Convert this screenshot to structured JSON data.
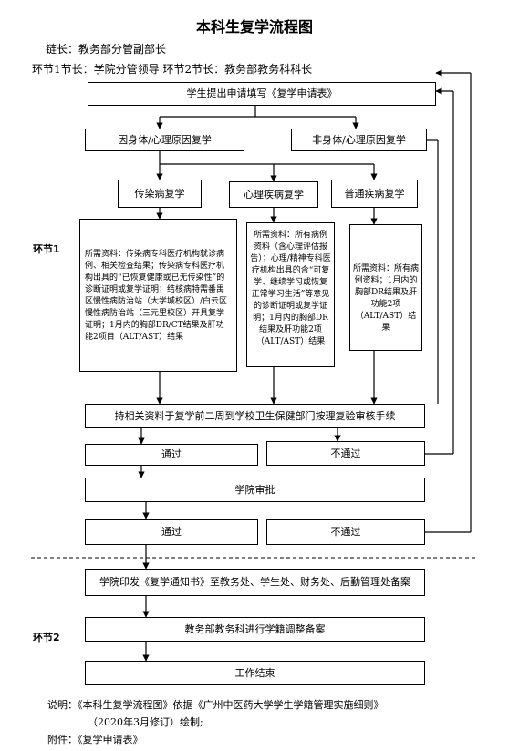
{
  "title": "本科生复学流程图",
  "chain_leader": "链长：教务部分管副部长",
  "section_leaders": "环节1节长：学院分管领导   环节2节长：教务部教务科科长",
  "section1_label": "环节1",
  "section2_label": "环节2",
  "steps": {
    "apply": "学生提出申请填写《复学申请表》",
    "reason_health": "因身体/心理原因复学",
    "reason_other": "非身体/心理原因复学",
    "type_infectious": "传染病复学",
    "type_mental": "心理疾病复学",
    "type_common": "普通疾病复学",
    "docs_infectious": "所需资料：传染病专科医疗机构就诊病例、相关检查结果；传染病专科医疗机构出具的“已恢复健康或已无传染性”的诊断证明或复学证明；结核病特需番禺区慢性病防治站（大学城校区）/白云区慢性病防治站（三元里校区）开具复学证明；1月内的胸部DR/CT结果及肝功能2项目（ALT/AST）结果",
    "docs_mental": "所需资料：所有病例资料（含心理评估报告）；心理/精神专科医疗机构出具的含“可复学、继续学习或恢复正常学习生活”等意见的诊断证明或复学证明；1月内的胸部DR结果及肝功能2项（ALT/AST）结果",
    "docs_common": "所需资料：所有病例资料；1月内的胸部DR结果及肝功能2项（ALT/AST）结果",
    "health_review": "持相关资料于复学前二周到学校卫生保健部门按理复验审核手续",
    "pass1": "通过",
    "fail1": "不通过",
    "college_approval": "学院审批",
    "pass2": "通过",
    "fail2": "不通过",
    "notice": "学院印发《复学通知书》至教务处、学生处、财务处、后勤管理处备案",
    "registry": "教务部教务科进行学籍调整备案",
    "end": "工作结束"
  },
  "footer": {
    "note_line1": "说明：《本科生复学流程图》依据《广州中医药大学学生学籍管理实施细则》",
    "note_line2": "（2020年3月修订）绘制;",
    "attachment": "附件：《复学申请表》"
  }
}
